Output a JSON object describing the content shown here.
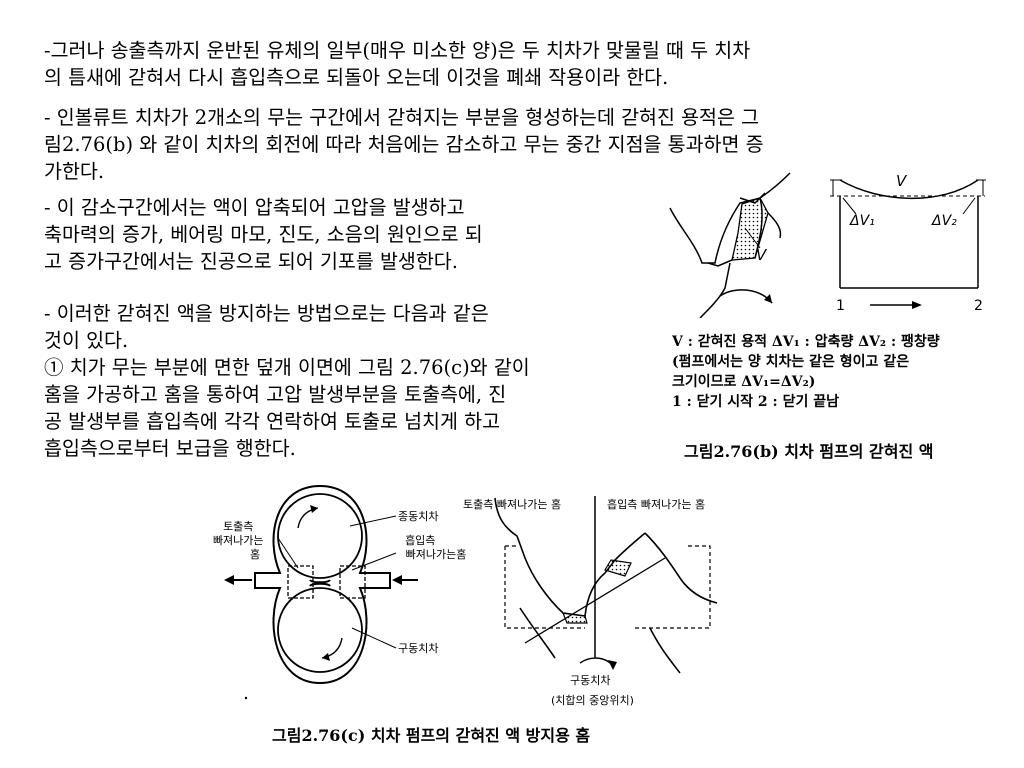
{
  "paragraphs": {
    "p1": [
      "-그러나 송출측까지 운반된 유체의 일부(매우 미소한 양)은 두 치차가 맞물릴 때 두 치차",
      "의 틈새에 갇혀서 다시 흡입측으로 되돌아 오는데 이것을 폐쇄 작용이라 한다."
    ],
    "p2": [
      "- 인볼류트 치차가 2개소의 무는 구간에서 갇혀지는 부분을 형성하는데 갇혀진 용적은 그",
      "림2.76(b) 와 같이 치차의 회전에 따라 처음에는 감소하고 무는 중간 지점을 통과하면 증",
      "가한다."
    ],
    "p3": [
      "- 이 감소구간에서는 액이 압축되어 고압을 발생하고",
      "축마력의 증가, 베어링 마모, 진도, 소음의 원인으로 되",
      "고 증가구간에서는 진공으로 되어 기포를 발생한다."
    ],
    "p4": [
      "- 이러한 갇혀진 액을 방지하는 방법으로는 다음과 같은",
      "것이 있다.",
      "① 치가 무는 부분에 면한 덮개 이면에 그림 2.76(c)와 같이",
      "홈을 가공하고 홈을 통하여 고압 발생부분을 토출측에, 진",
      "공 발생부를 흡입측에 각각 연락하여 토출로 넘치게 하고",
      "흡입측으로부터 보급을 행한다."
    ]
  },
  "figure_b": {
    "label_v_gear": "V",
    "label_v_curve": "V",
    "label_dv1": "ΔV₁",
    "label_dv2": "ΔV₂",
    "label_1": "1",
    "label_2": "2",
    "caption": [
      "V : 갇혀진 용적   ΔV₁ : 압축량  ΔV₂ : 팽창량",
      "(펌프에서는 양 치차는 같은 형이고 같은",
      "  크기이므로  ΔV₁=ΔV₂)",
      "     1 : 닫기 시작  2 : 닫기 끝남"
    ],
    "title": "그림2.76(b) 치차 펌프의 갇혀진 액"
  },
  "figure_c": {
    "left_outlet_label": [
      "토출측",
      "빠져나가는",
      "홈"
    ],
    "left_driven": "종동치차",
    "left_inlet_label": [
      "흡입측",
      "빠져나가는홈"
    ],
    "left_driving": "구동치차",
    "right_outlet_label": "토출측 빠져나가는 홈",
    "right_inlet_label": "흡입측 빠져나가는 홈",
    "right_driving": "구동치차",
    "right_center": "(치합의 중앙위치)",
    "title": "그림2.76(c) 치차 펌프의 갇혀진 액 방지용 홈"
  },
  "colors": {
    "ink": "#000000",
    "background": "#ffffff"
  }
}
